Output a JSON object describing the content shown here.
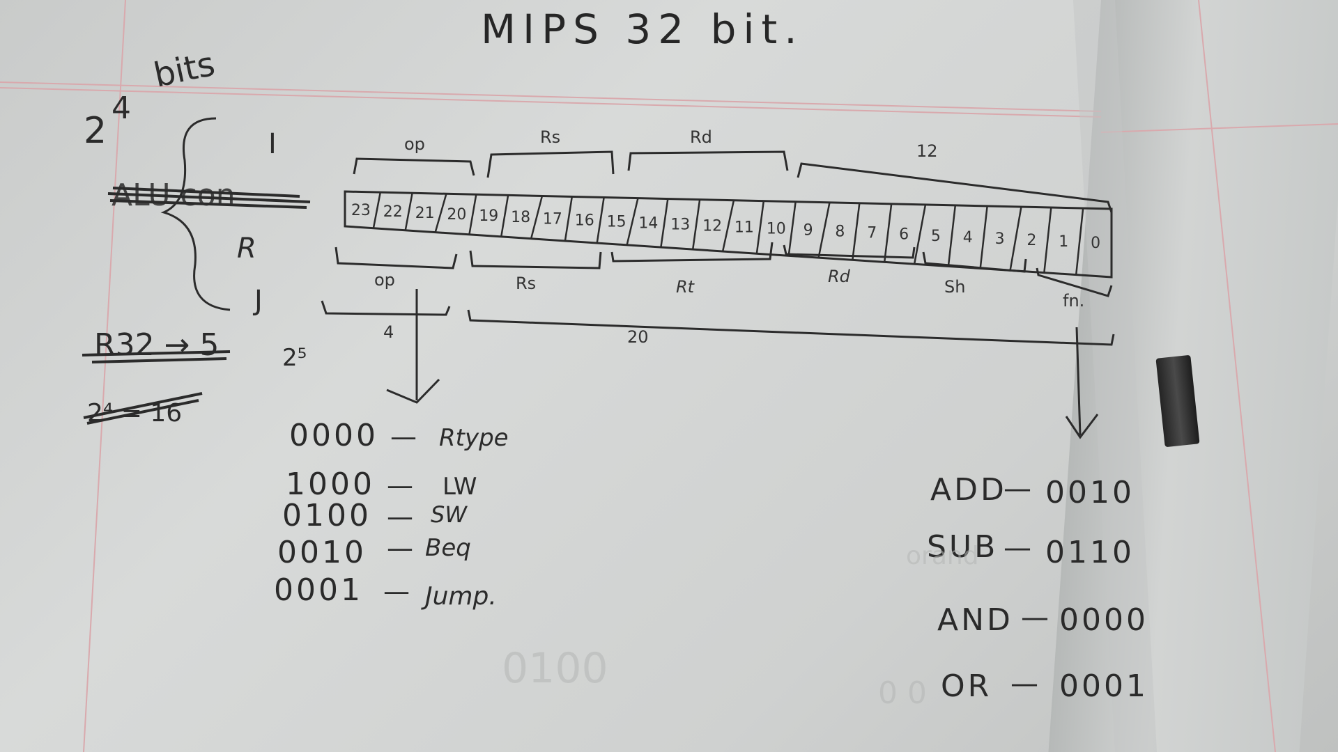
{
  "title": "MIPS 32 bit.",
  "left_notes": {
    "bits_label": "bits",
    "power_base": "2",
    "power_exp": "4",
    "type_i": "I",
    "type_r": "R",
    "type_j": "J",
    "crossed_1": "ALU con",
    "crossed_2": "R32 → 5",
    "two_pow_5": "2⁵",
    "crossed_3": "2⁴ = 16"
  },
  "top_fields": {
    "op": "op",
    "rs": "Rs",
    "rd": "Rd",
    "imm": "12"
  },
  "bits": [
    "23",
    "22",
    "21",
    "20",
    "19",
    "18",
    "17",
    "16",
    "15",
    "14",
    "13",
    "12",
    "11",
    "10",
    "9",
    "8",
    "7",
    "6",
    "5",
    "4",
    "3",
    "2",
    "1",
    "0"
  ],
  "bottom_fields": {
    "op": "op",
    "rs": "Rs",
    "rt": "Rt",
    "rd": "Rd",
    "sh": "Sh",
    "fn": "fn."
  },
  "j_fields": {
    "op_width": "4",
    "addr_width": "20"
  },
  "opcodes": [
    {
      "code": "0000",
      "name": "Rtype"
    },
    {
      "code": "1000",
      "name": "LW"
    },
    {
      "code": "0100",
      "name": "SW"
    },
    {
      "code": "0010",
      "name": "Beq"
    },
    {
      "code": "0001",
      "name": "Jump."
    }
  ],
  "functs": [
    {
      "name": "ADD",
      "code": "0010"
    },
    {
      "name": "SUB",
      "code": "0110"
    },
    {
      "name": "AND",
      "code": "0000"
    },
    {
      "name": "OR",
      "code": "0001"
    }
  ]
}
